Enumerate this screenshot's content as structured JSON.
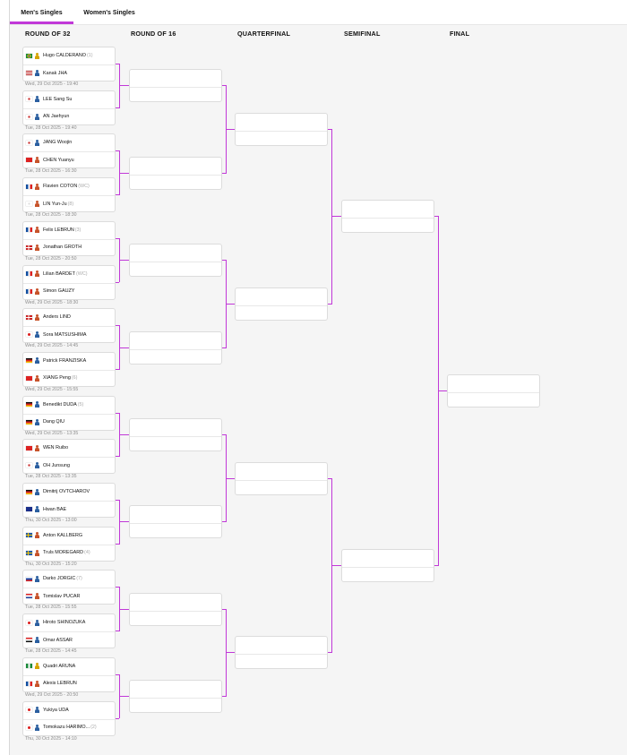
{
  "tabs": [
    {
      "label": "Men's Singles",
      "active": true
    },
    {
      "label": "Women's Singles",
      "active": false
    }
  ],
  "rounds": [
    "ROUND OF 32",
    "ROUND OF 16",
    "QUARTERFINAL",
    "SEMIFINAL",
    "FINAL"
  ],
  "colors": {
    "accent": "#c138d8"
  },
  "r32": [
    {
      "p1": {
        "name": "Hugo CALDERANO",
        "seed": "(1)",
        "flag": "BRA"
      },
      "p2": {
        "name": "Kanak JHA",
        "seed": "",
        "flag": "USA"
      },
      "date": "Wed, 29 Oct 2025 - 19:40"
    },
    {
      "p1": {
        "name": "LEE Sang Su",
        "seed": "",
        "flag": "KOR"
      },
      "p2": {
        "name": "AN Jaehyun",
        "seed": "",
        "flag": "KOR"
      },
      "date": "Tue, 28 Oct 2025 - 19:40"
    },
    {
      "p1": {
        "name": "JANG Woojin",
        "seed": "",
        "flag": "KOR"
      },
      "p2": {
        "name": "CHEN Yuanyu",
        "seed": "",
        "flag": "CHN"
      },
      "date": "Tue, 28 Oct 2025 - 16:30"
    },
    {
      "p1": {
        "name": "Flavien COTON",
        "seed": "(WC)",
        "flag": "FRA"
      },
      "p2": {
        "name": "LIN Yun-Ju",
        "seed": "(8)",
        "flag": "TPE"
      },
      "date": "Tue, 28 Oct 2025 - 18:30"
    },
    {
      "p1": {
        "name": "Felix LEBRUN",
        "seed": "(3)",
        "flag": "FRA"
      },
      "p2": {
        "name": "Jonathan GROTH",
        "seed": "",
        "flag": "DEN"
      },
      "date": "Tue, 28 Oct 2025 - 20:50"
    },
    {
      "p1": {
        "name": "Lilian BARDET",
        "seed": "(WC)",
        "flag": "FRA"
      },
      "p2": {
        "name": "Simon GAUZY",
        "seed": "",
        "flag": "FRA"
      },
      "date": "Wed, 29 Oct 2025 - 18:30"
    },
    {
      "p1": {
        "name": "Anders LIND",
        "seed": "",
        "flag": "DEN"
      },
      "p2": {
        "name": "Sora MATSUSHIMA",
        "seed": "",
        "flag": "JPN"
      },
      "date": "Wed, 29 Oct 2025 - 14:45"
    },
    {
      "p1": {
        "name": "Patrick FRANZISKA",
        "seed": "",
        "flag": "GER"
      },
      "p2": {
        "name": "XIANG Peng",
        "seed": "(6)",
        "flag": "CHN"
      },
      "date": "Wed, 29 Oct 2025 - 15:55"
    },
    {
      "p1": {
        "name": "Benedikt DUDA",
        "seed": "(5)",
        "flag": "GER"
      },
      "p2": {
        "name": "Dang QIU",
        "seed": "",
        "flag": "GER"
      },
      "date": "Wed, 29 Oct 2025 - 13:35"
    },
    {
      "p1": {
        "name": "WEN Ruibo",
        "seed": "",
        "flag": "CHN"
      },
      "p2": {
        "name": "OH Junsung",
        "seed": "",
        "flag": "KOR"
      },
      "date": "Tue, 28 Oct 2025 - 13:35"
    },
    {
      "p1": {
        "name": "Dimitrij OVTCHAROV",
        "seed": "",
        "flag": "GER"
      },
      "p2": {
        "name": "Hwan BAE",
        "seed": "",
        "flag": "AUS"
      },
      "date": "Thu, 30 Oct 2025 - 13:00"
    },
    {
      "p1": {
        "name": "Anton KALLBERG",
        "seed": "",
        "flag": "SWE"
      },
      "p2": {
        "name": "Truls MOREGARD",
        "seed": "(4)",
        "flag": "SWE"
      },
      "date": "Thu, 30 Oct 2025 - 15:20"
    },
    {
      "p1": {
        "name": "Darko JORGIC",
        "seed": "(7)",
        "flag": "SLO"
      },
      "p2": {
        "name": "Tomislav PUCAR",
        "seed": "",
        "flag": "CRO"
      },
      "date": "Tue, 28 Oct 2025 - 15:55"
    },
    {
      "p1": {
        "name": "Hiroto SHINOZUKA",
        "seed": "",
        "flag": "JPN"
      },
      "p2": {
        "name": "Omar ASSAR",
        "seed": "",
        "flag": "EGY"
      },
      "date": "Tue, 28 Oct 2025 - 14:45"
    },
    {
      "p1": {
        "name": "Quadri ARUNA",
        "seed": "",
        "flag": "NGR"
      },
      "p2": {
        "name": "Alexis LEBRUN",
        "seed": "",
        "flag": "FRA"
      },
      "date": "Wed, 29 Oct 2025 - 20:50"
    },
    {
      "p1": {
        "name": "Yukiya UDA",
        "seed": "",
        "flag": "JPN"
      },
      "p2": {
        "name": "Tomokazu HARIMO...",
        "seed": "(2)",
        "flag": "JPN"
      },
      "date": "Thu, 30 Oct 2025 - 14:10"
    }
  ]
}
